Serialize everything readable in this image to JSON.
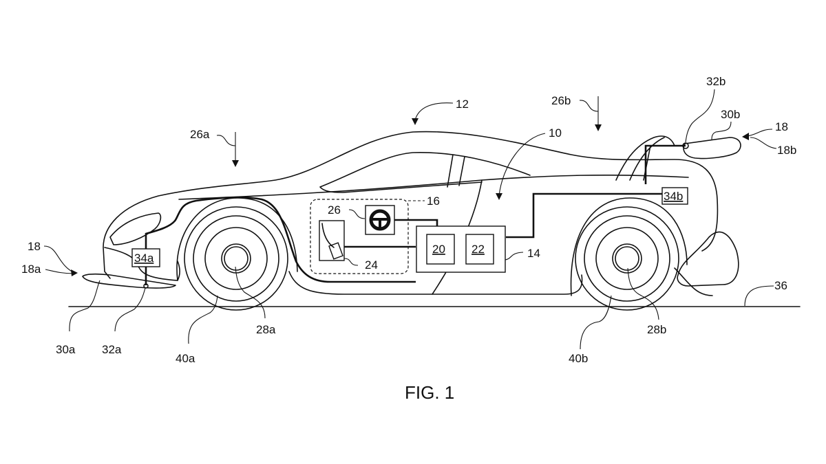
{
  "figure": {
    "caption": "FIG. 1",
    "labels": {
      "vehicle": "10",
      "body": "12",
      "controller": "14",
      "driver_inputs": "16",
      "aero_device": "18",
      "front_aero_device": "18a",
      "rear_aero_device": "18b",
      "processor": "20",
      "memory": "22",
      "pedal": "24",
      "steering_wheel": "26",
      "front_downforce": "26a",
      "rear_downforce": "26b",
      "front_axle": "28a",
      "rear_axle": "28b",
      "front_wing": "30a",
      "rear_wing": "30b",
      "front_pivot": "32a",
      "rear_pivot": "32b",
      "front_actuator": "34a",
      "rear_actuator": "34b",
      "ground": "36",
      "front_wheel": "40a",
      "rear_wheel": "40b"
    }
  }
}
